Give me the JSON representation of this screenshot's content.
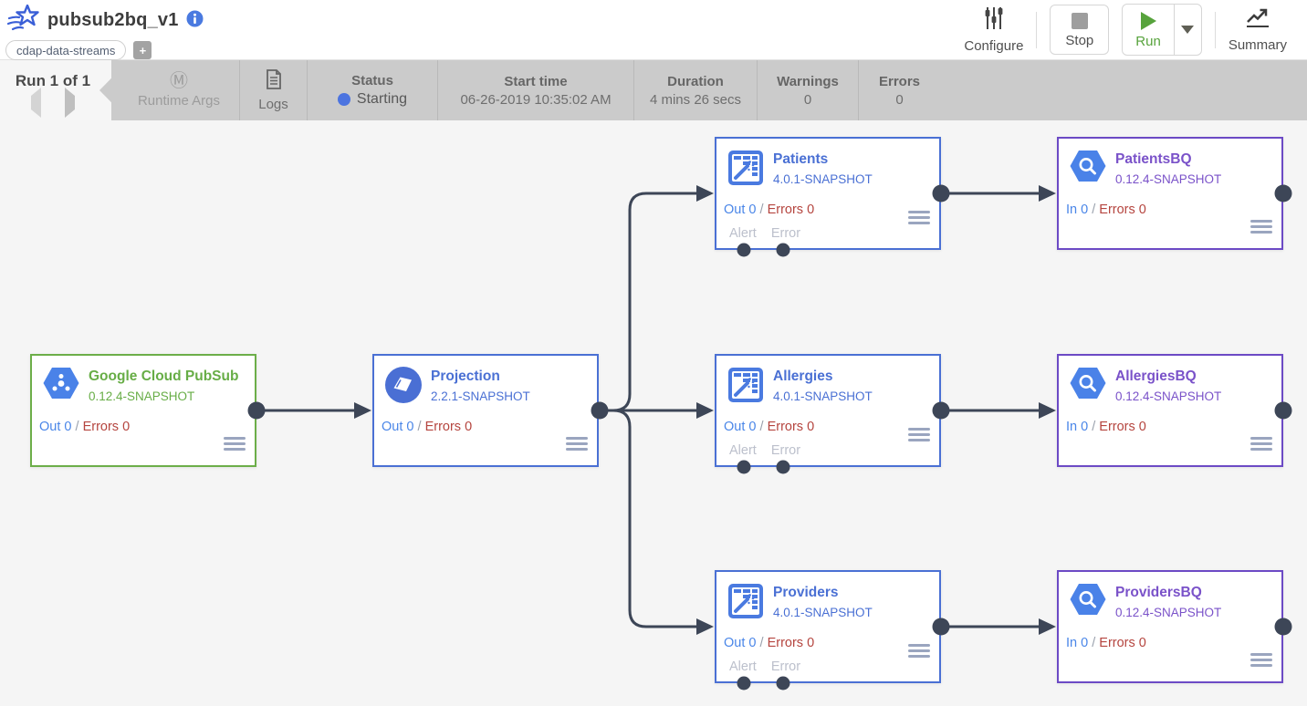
{
  "header": {
    "title": "pubsub2bq_v1",
    "tag": "cdap-data-streams",
    "add_tag": "+",
    "configure_label": "Configure",
    "stop_label": "Stop",
    "run_label": "Run",
    "summary_label": "Summary"
  },
  "run_bar": {
    "run_counter": "Run 1 of 1",
    "runtime_args_icon": "Ⓜ",
    "runtime_args_label": "Runtime Args",
    "logs_label": "Logs",
    "status_label": "Status",
    "status_value": "Starting",
    "start_time_label": "Start time",
    "start_time_value": "06-26-2019 10:35:02 AM",
    "duration_label": "Duration",
    "duration_value": "4 mins 26 secs",
    "warnings_label": "Warnings",
    "warnings_value": "0",
    "errors_label": "Errors",
    "errors_value": "0"
  },
  "colors": {
    "source_green": "#67ad46",
    "node_blue": "#4a70d4",
    "sink_purple": "#6c4ac5",
    "edge_dark": "#3d4657",
    "metric_blue": "#4a86e8",
    "metric_red": "#b5453f",
    "status_dot_blue": "#4c74e0",
    "run_green": "#57a33c"
  },
  "nodes": [
    {
      "title": "Google Cloud PubSub",
      "version": "0.12.4-SNAPSHOT",
      "metric_io": "Out 0",
      "metric_sep": "/",
      "metric_errors": "Errors 0",
      "icon": "pubsub-icon"
    },
    {
      "title": "Projection",
      "version": "2.2.1-SNAPSHOT",
      "metric_io": "Out 0",
      "metric_sep": "/",
      "metric_errors": "Errors 0",
      "icon": "projection-icon"
    },
    {
      "title": "Patients",
      "version": "4.0.1-SNAPSHOT",
      "metric_io": "Out 0",
      "metric_sep": "/",
      "metric_errors": "Errors 0",
      "alert_label": "Alert",
      "error_label": "Error",
      "icon": "wrangler-icon"
    },
    {
      "title": "Allergies",
      "version": "4.0.1-SNAPSHOT",
      "metric_io": "Out 0",
      "metric_sep": "/",
      "metric_errors": "Errors 0",
      "alert_label": "Alert",
      "error_label": "Error",
      "icon": "wrangler-icon"
    },
    {
      "title": "Providers",
      "version": "4.0.1-SNAPSHOT",
      "metric_io": "Out 0",
      "metric_sep": "/",
      "metric_errors": "Errors 0",
      "alert_label": "Alert",
      "error_label": "Error",
      "icon": "wrangler-icon"
    },
    {
      "title": "PatientsBQ",
      "version": "0.12.4-SNAPSHOT",
      "metric_io": "In 0",
      "metric_sep": "/",
      "metric_errors": "Errors 0",
      "icon": "bigquery-icon"
    },
    {
      "title": "AllergiesBQ",
      "version": "0.12.4-SNAPSHOT",
      "metric_io": "In 0",
      "metric_sep": "/",
      "metric_errors": "Errors 0",
      "icon": "bigquery-icon"
    },
    {
      "title": "ProvidersBQ",
      "version": "0.12.4-SNAPSHOT",
      "metric_io": "In 0",
      "metric_sep": "/",
      "metric_errors": "Errors 0",
      "icon": "bigquery-icon"
    }
  ]
}
